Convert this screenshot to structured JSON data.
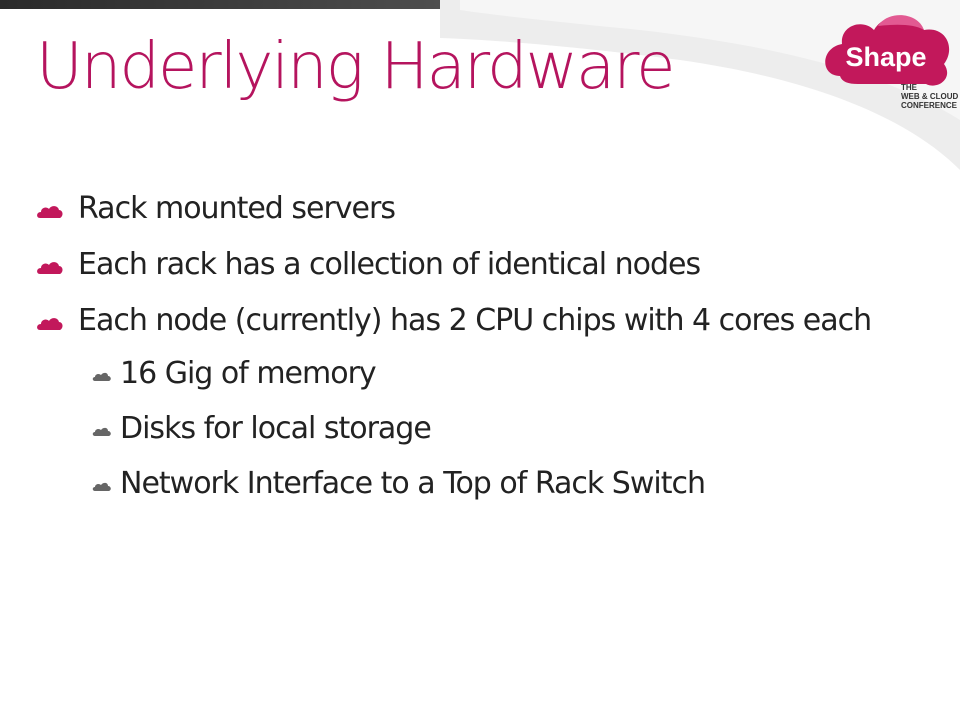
{
  "slide": {
    "title": "Underlying Hardware",
    "bullets": [
      "Rack mounted servers",
      "Each rack has a collection of identical nodes",
      "Each node (currently) has 2 CPU chips with 4 cores each"
    ],
    "sub_bullets": [
      "16 Gig of memory",
      "Disks for local storage",
      "Network Interface to a Top of Rack Switch"
    ]
  },
  "logo": {
    "name": "Shape",
    "line1": "THE",
    "line2": "WEB & CLOUD",
    "line3": "CONFERENCE"
  },
  "colors": {
    "accent": "#b5145e",
    "text": "#222222",
    "bullet": "#c2185b",
    "sub_bullet": "#555555"
  }
}
